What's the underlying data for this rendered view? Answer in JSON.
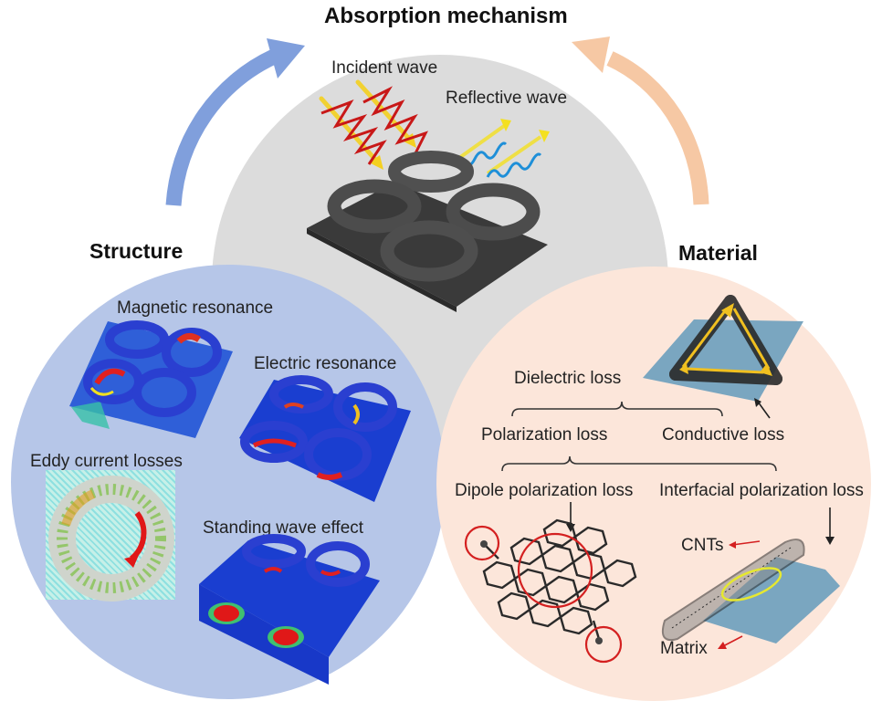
{
  "title": "Absorption mechanism",
  "colors": {
    "structure_circle": "#b6c6e8",
    "material_circle": "#fce6da",
    "mechanism_circle": "#dcdcdc",
    "structure_arrow": "#809fdc",
    "material_arrow": "#f6c8a4",
    "loss_red": "#d42020",
    "hotspot_yellow": "#f0d020"
  },
  "mechanism": {
    "incident_label": "Incident wave",
    "reflective_label": "Reflective wave"
  },
  "structure": {
    "heading": "Structure",
    "panels": [
      {
        "label": "Magnetic resonance"
      },
      {
        "label": "Electric resonance"
      },
      {
        "label": "Eddy current losses"
      },
      {
        "label": "Standing wave effect"
      }
    ]
  },
  "material": {
    "heading": "Material",
    "dielectric_loss": "Dielectric loss",
    "polarization_loss": "Polarization loss",
    "conductive_loss": "Conductive loss",
    "dipole_polarization_loss": "Dipole polarization loss",
    "interfacial_polarization_loss": "Interfacial polarization loss",
    "cnts_label": "CNTs",
    "matrix_label": "Matrix"
  }
}
